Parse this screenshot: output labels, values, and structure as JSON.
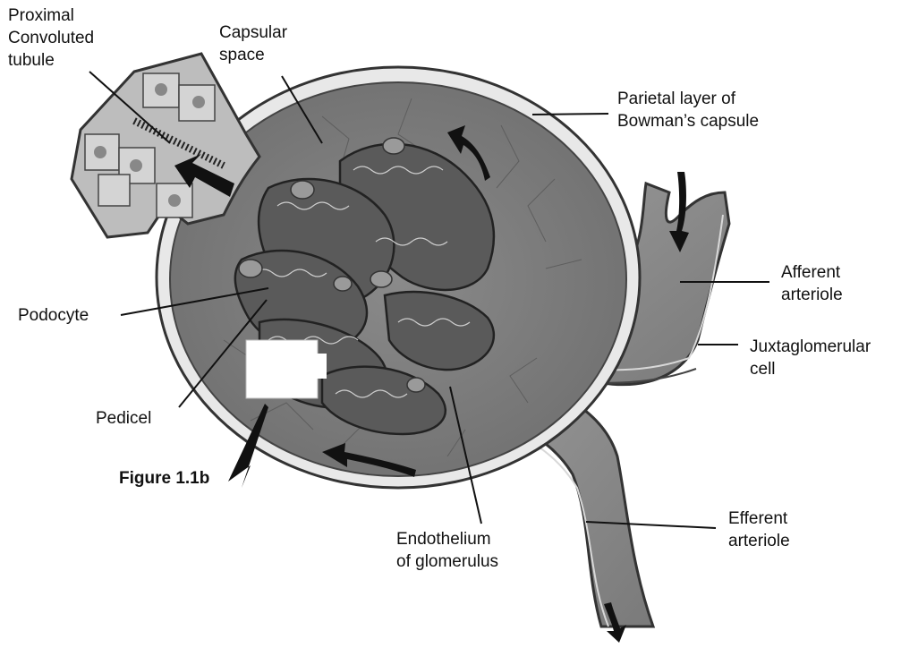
{
  "labels": {
    "proximal_convoluted_tubule": [
      "Proximal",
      "Convoluted",
      "tubule"
    ],
    "capsular_space": [
      "Capsular",
      "space"
    ],
    "parietal_layer": [
      "Parietal layer of",
      "Bowman’s capsule"
    ],
    "afferent_arteriole": [
      "Afferent",
      "arteriole"
    ],
    "juxtaglomerular_cell": [
      "Juxtaglomerular",
      "cell"
    ],
    "podocyte": "Podocyte",
    "pedicel": "Pedicel",
    "figure_ref": "Figure 1.1b",
    "endothelium": [
      "Endothelium",
      "of glomerulus"
    ],
    "efferent_arteriole": [
      "Efferent",
      "arteriole"
    ]
  }
}
